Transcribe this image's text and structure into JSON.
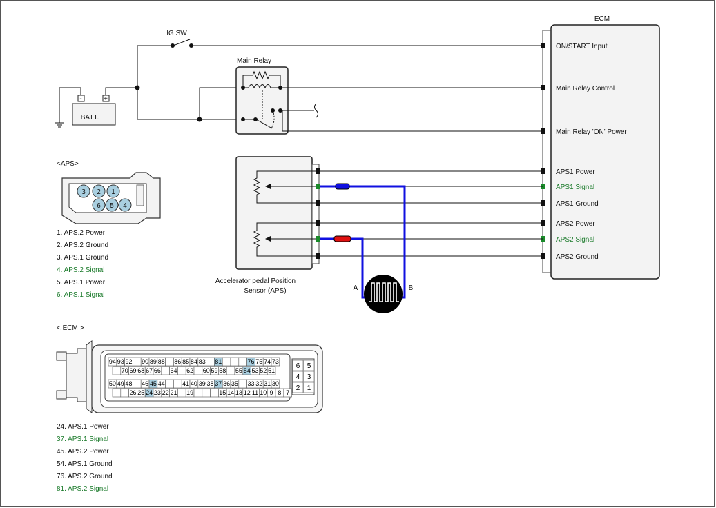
{
  "labels": {
    "ecm_title": "ECM",
    "ig_sw": "IG SW",
    "main_relay": "Main Relay",
    "batt": "BATT.",
    "batt_minus": "-",
    "batt_plus": "+",
    "aps_sensor_line1": "Accelerator pedal Position",
    "aps_sensor_line2": "Sensor (APS)",
    "probe_a": "A",
    "probe_b": "B",
    "aps_header": "<APS>",
    "ecm_header": "< ECM  >"
  },
  "ecm_pins": [
    {
      "label": "ON/START Input",
      "signal": false
    },
    {
      "label": "Main Relay Control",
      "signal": false
    },
    {
      "label": "Main Relay 'ON' Power",
      "signal": false
    },
    {
      "label": "APS1 Power",
      "signal": false
    },
    {
      "label": "APS1 Signal",
      "signal": true
    },
    {
      "label": "APS1 Ground",
      "signal": false
    },
    {
      "label": "APS2 Power",
      "signal": false
    },
    {
      "label": "APS2 Signal",
      "signal": true
    },
    {
      "label": "APS2 Ground",
      "signal": false
    }
  ],
  "aps_connector_pins": [
    "3",
    "2",
    "1",
    "6",
    "5",
    "4"
  ],
  "aps_legend": [
    {
      "text": "1. APS.2 Power",
      "signal": false
    },
    {
      "text": "2. APS.2 Ground",
      "signal": false
    },
    {
      "text": "3. APS.1 Ground",
      "signal": false
    },
    {
      "text": "4. APS.2 Signal",
      "signal": true
    },
    {
      "text": "5. APS.1 Power",
      "signal": false
    },
    {
      "text": "6. APS.1 Signal",
      "signal": true
    }
  ],
  "ecm_connector": {
    "row1": [
      "94",
      "93",
      "92",
      "",
      "90",
      "89",
      "88",
      "",
      "86",
      "85",
      "84",
      "83",
      "",
      "81",
      "",
      "",
      "",
      "76",
      "75",
      "74",
      "73"
    ],
    "row2": [
      "",
      "70",
      "69",
      "68",
      "67",
      "66",
      "",
      "64",
      "",
      "62",
      "",
      "60",
      "59",
      "58",
      "",
      "55",
      "54",
      "53",
      "52",
      "51"
    ],
    "row3": [
      "50",
      "49",
      "48",
      "",
      "46",
      "45",
      "44",
      "",
      "",
      "41",
      "40",
      "39",
      "38",
      "37",
      "36",
      "35",
      "",
      "33",
      "32",
      "31",
      "30"
    ],
    "row4": [
      "",
      "",
      "26",
      "25",
      "24",
      "23",
      "22",
      "21",
      "",
      "19",
      "",
      "",
      "",
      "15",
      "14",
      "13",
      "12",
      "11",
      "10",
      "9",
      "8",
      "7"
    ],
    "small": [
      "6",
      "5",
      "4",
      "3",
      "2",
      "1"
    ]
  },
  "ecm_legend": [
    {
      "text": "24. APS.1 Power",
      "signal": false
    },
    {
      "text": "37. APS.1 Signal",
      "signal": true
    },
    {
      "text": "45. APS.2 Power",
      "signal": false
    },
    {
      "text": "54. APS.1 Ground",
      "signal": false
    },
    {
      "text": "76. APS.2 Ground",
      "signal": false
    },
    {
      "text": "81. APS.2 Signal",
      "signal": true
    }
  ],
  "colors": {
    "wire": "#111111",
    "probe_wire": "#1010e0",
    "signal_text": "#1a7a2a",
    "highlight": "#a9cfe0",
    "probe_red": "#e01010"
  }
}
